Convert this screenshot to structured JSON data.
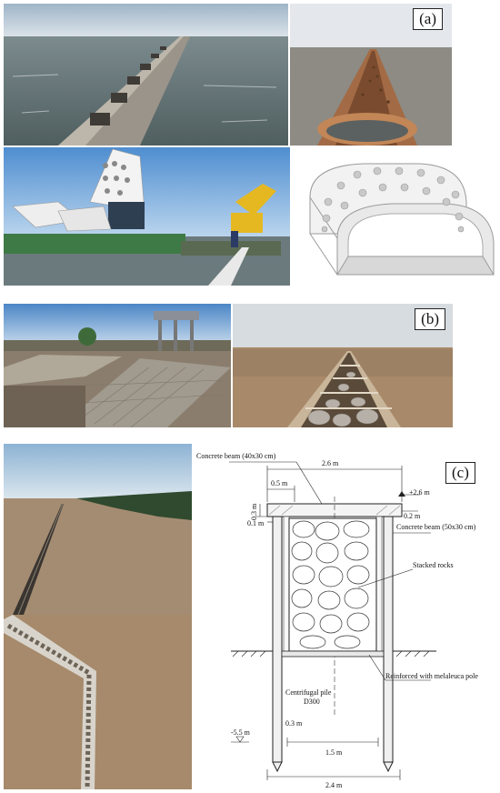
{
  "panels": {
    "a": {
      "label": "(a)"
    },
    "b": {
      "label": "(b)"
    },
    "c": {
      "label": "(c)"
    }
  },
  "drawing": {
    "title_beam_top": "Concrete beam (40x30 cm)",
    "width_top": "2.6 m",
    "dim_05": "0.5 m",
    "elev_top": "+2.6 m",
    "dim_03": "0.3 m",
    "dim_02": "0.2 m",
    "dim_01": "0.1 m",
    "beam_side": "Concrete beam (50x30 cm)",
    "rocks": "Stacked rocks",
    "melaleuca": "Reinforced with melaleuca pole",
    "pile_1": "Centrifugal pile",
    "pile_2": "D300",
    "elev_bottom": "-5.5 m",
    "dim_03b": "0.3 m",
    "width_inner": "1.5 m",
    "width_bottom": "2.4 m"
  },
  "colors": {
    "sky": "#bfd3e6",
    "water": "#6f7f86",
    "concrete": "#b8b2a6",
    "muddy_water": "#a8896a"
  }
}
